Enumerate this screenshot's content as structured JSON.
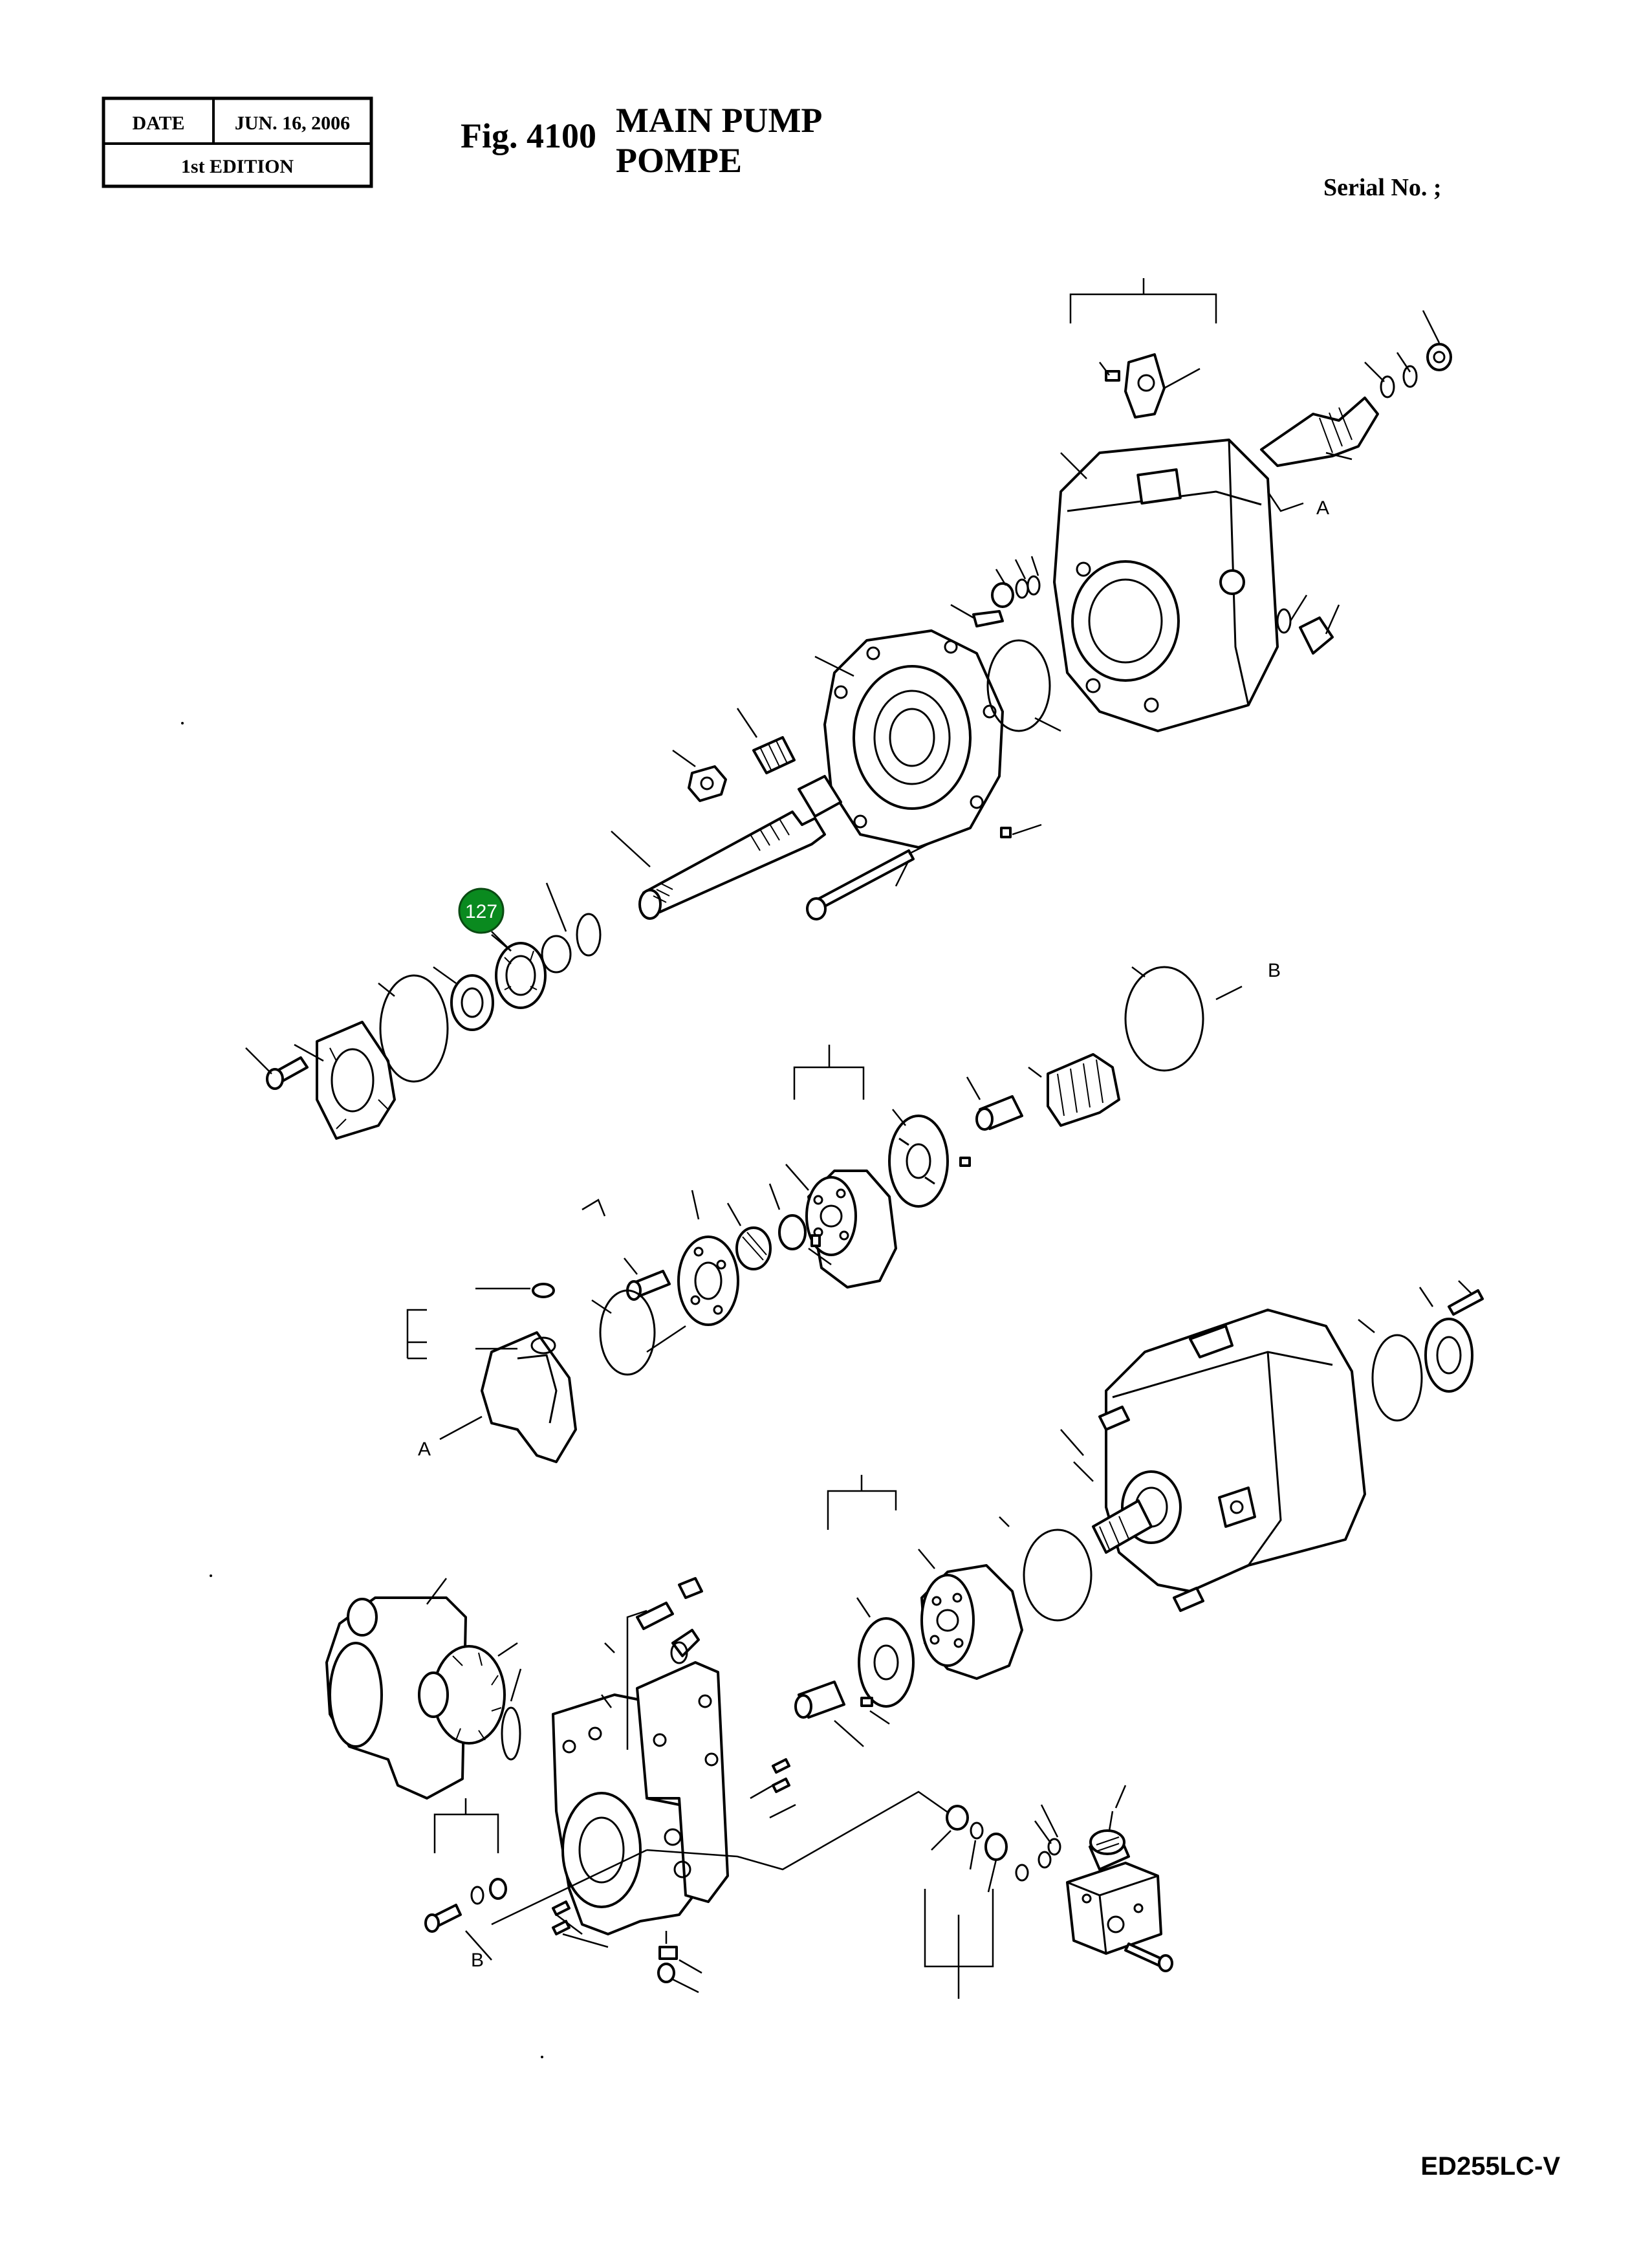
{
  "header": {
    "date_label": "DATE",
    "date_value": "JUN. 16, 2006",
    "edition": "1st EDITION",
    "fig_label": "Fig. 4100",
    "title_en": "MAIN  PUMP",
    "title_fr": "POMPE",
    "serial_label": "Serial No. ;"
  },
  "callouts": {
    "highlighted_part": "127",
    "ref_a": "A",
    "ref_b": "B"
  },
  "footer": {
    "model": "ED255LC-V"
  },
  "colors": {
    "highlight": "#0a8a1f",
    "ink": "#000000",
    "paper": "#ffffff"
  }
}
